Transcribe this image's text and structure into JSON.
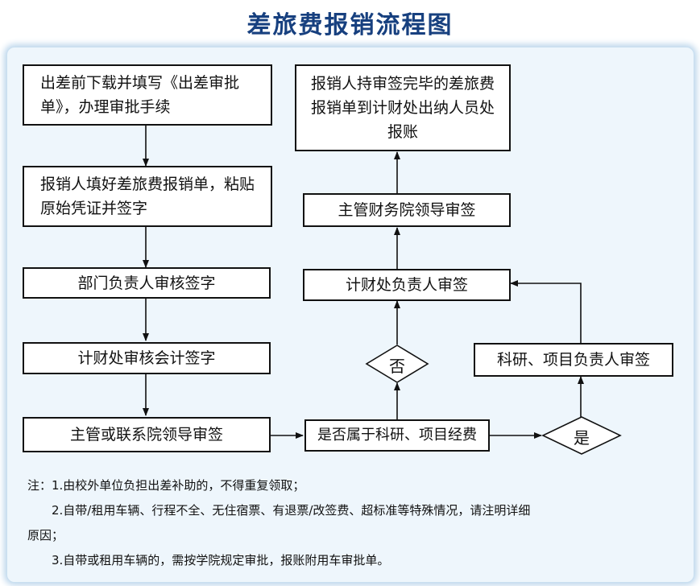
{
  "title": "差旅费报销流程图",
  "boxes": {
    "download_form": "出差前下载并填写《出差审批单》，办理审批手续",
    "fill_form": "报销人填好差旅费报销单，粘贴原始凭证并签字",
    "dept_head": "部门负责人审核签字",
    "finance_review": "计财处审核会计签字",
    "leader_sign": "主管或联系院领导审签",
    "is_research": "是否属于科研、项目经费",
    "project_head": "科研、项目负责人审签",
    "finance_head": "计财处负责人审签",
    "finance_leader": "主管财务院领导审签",
    "cashier": "报销人持审签完毕的差旅费报销单到计财处出纳人员处报账"
  },
  "decisions": {
    "yes": "是",
    "no": "否"
  },
  "notes": {
    "line1": "注：1.由校外单位负担出差补助的，不得重复领取；",
    "line2": "2.自带/租用车辆、行程不全、无住宿票、有退票/改签费、超标准等特殊情况，请注明详细",
    "line3": "原因；",
    "line4": "3.自带或租用车辆的，需按学院规定审批，报账附用车审批单。"
  },
  "colors": {
    "title": "#17407f",
    "panel_background": "#eef6fc",
    "panel_glow": "#bcd6ec"
  }
}
